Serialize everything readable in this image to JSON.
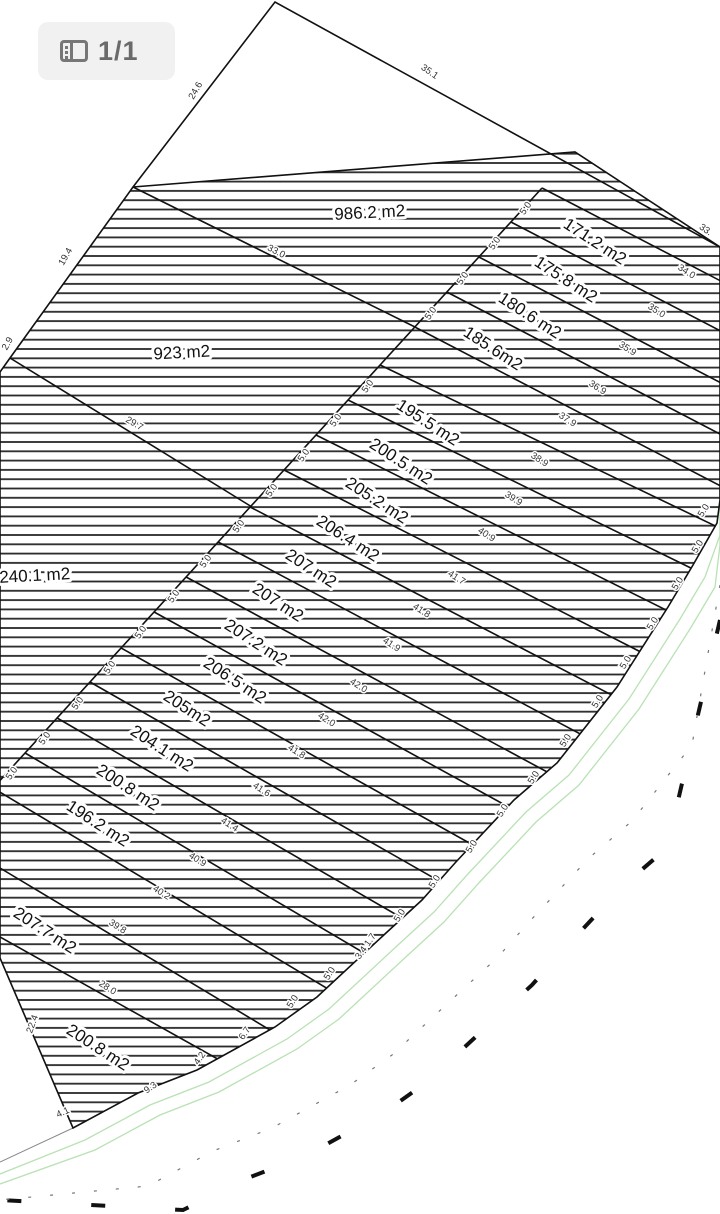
{
  "viewer": {
    "page_indicator": "1/1",
    "page_icon": "sidebar-pages-icon"
  },
  "colors": {
    "line": "#111111",
    "hatch": "#2a2a2a",
    "road_edge": "#b9e2b4",
    "background": "#ffffff"
  },
  "diagram": {
    "area_labels": [
      "986.2 m2",
      "923 m2",
      "240.1 m2",
      "171.2 m2",
      "175.8 m2",
      "180.6 m2",
      "185.6m2",
      "195.5 m2",
      "200.5 m2",
      "205.2 m2",
      "206.4 m2",
      "207 m2",
      "207 m2",
      "207.2 m2",
      "206.5 m2",
      "205m2",
      "204.1 m2",
      "200.8 m2",
      "196.2 m2",
      "207.7 m2",
      "200.8 m2"
    ],
    "dimension_labels": [
      "24.6",
      "35.1",
      "19.4",
      "2.9",
      "33.0",
      "29.7",
      "33.",
      "34.0",
      "35.0",
      "35.9",
      "36.9",
      "37.9",
      "38.9",
      "39.9",
      "40.9",
      "41.7",
      "41.8",
      "41.9",
      "42.0",
      "42.0",
      "41.8",
      "41.6",
      "41.4",
      "40.9",
      "40.2",
      "39.8",
      "28.0",
      "22.4",
      "6.7",
      "4.2",
      "9.3",
      "4.1",
      "3.4 1.7"
    ],
    "back_frontage_labels": [
      "5.0",
      "5.0",
      "5.0",
      "5.0",
      "5.0",
      "5.0",
      "5.0",
      "5.0",
      "5.0",
      "5.0",
      "5.0",
      "5.0",
      "5.0",
      "5.0",
      "5.0",
      "5.0"
    ],
    "road_frontage_labels": [
      "5.0",
      "5.0",
      "5.0",
      "5.0",
      "5.0",
      "5.0",
      "5.0",
      "5.0",
      "5.0",
      "5.0",
      "5.0",
      "5.0",
      "5.0",
      "5.0"
    ]
  }
}
